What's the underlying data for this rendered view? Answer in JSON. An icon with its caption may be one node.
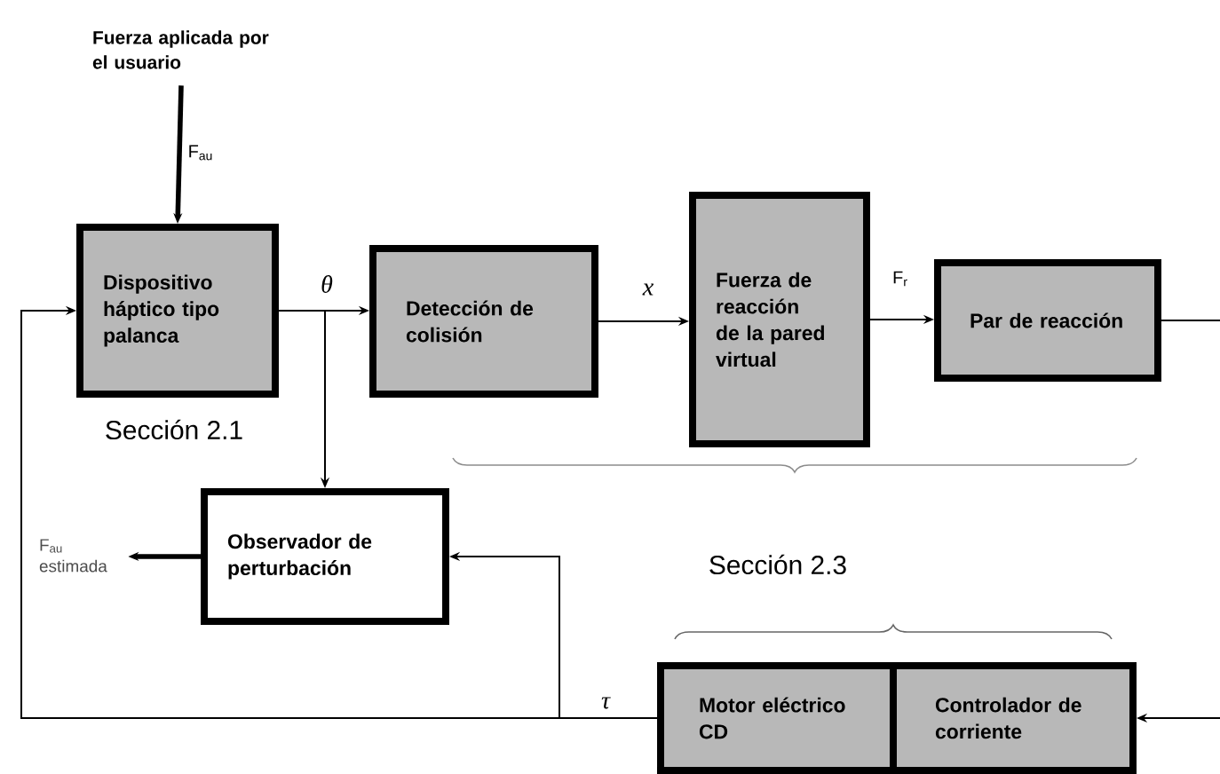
{
  "diagram": {
    "nodes": [
      {
        "text": [
          "Fuerza aplicada por el usuario"
        ]
      },
      {
        "text": [
          "Dispositivo háptico tipo palanca"
        ]
      },
      {
        "text": [
          "Detección de colisión"
        ]
      },
      {
        "text": [
          "Fuerza de reacción de la pared virtual"
        ]
      },
      {
        "text": [
          "Par de reacción"
        ]
      },
      {
        "text": [
          "Observador de perturbación"
        ]
      },
      {
        "text": [
          "F$_{au}$ estimada"
        ]
      },
      {
        "text": [
          "Motor eléctrico CD"
        ]
      },
      {
        "text": [
          "Controlador de corriente"
        ]
      }
    ],
    "edges": [
      {
        "from": 0,
        "to": 1,
        "arrow": "to",
        "label": "F$_{au}$",
        "style": "thick"
      },
      {
        "from": 1,
        "to": 2,
        "arrow": "to",
        "label": "θ"
      },
      {
        "from": 2,
        "to": 3,
        "arrow": "to",
        "label": "x"
      },
      {
        "from": 3,
        "to": 4,
        "arrow": "to",
        "label": "F$_{r}$"
      },
      {
        "from": 4,
        "to": null,
        "arrow": "none"
      },
      {
        "from": 1,
        "to": 5,
        "arrow": "to"
      },
      {
        "from": 5,
        "to": 6,
        "arrow": "to",
        "style": "thick"
      },
      {
        "from": 7,
        "to": 1,
        "arrow": "to",
        "label": "τ"
      },
      {
        "from": 7,
        "to": 5,
        "arrow": "to"
      },
      {
        "from": null,
        "to": 8,
        "arrow": "to"
      }
    ],
    "labels": [
      "Sección 2.1",
      "Sección 2.3"
    ]
  }
}
